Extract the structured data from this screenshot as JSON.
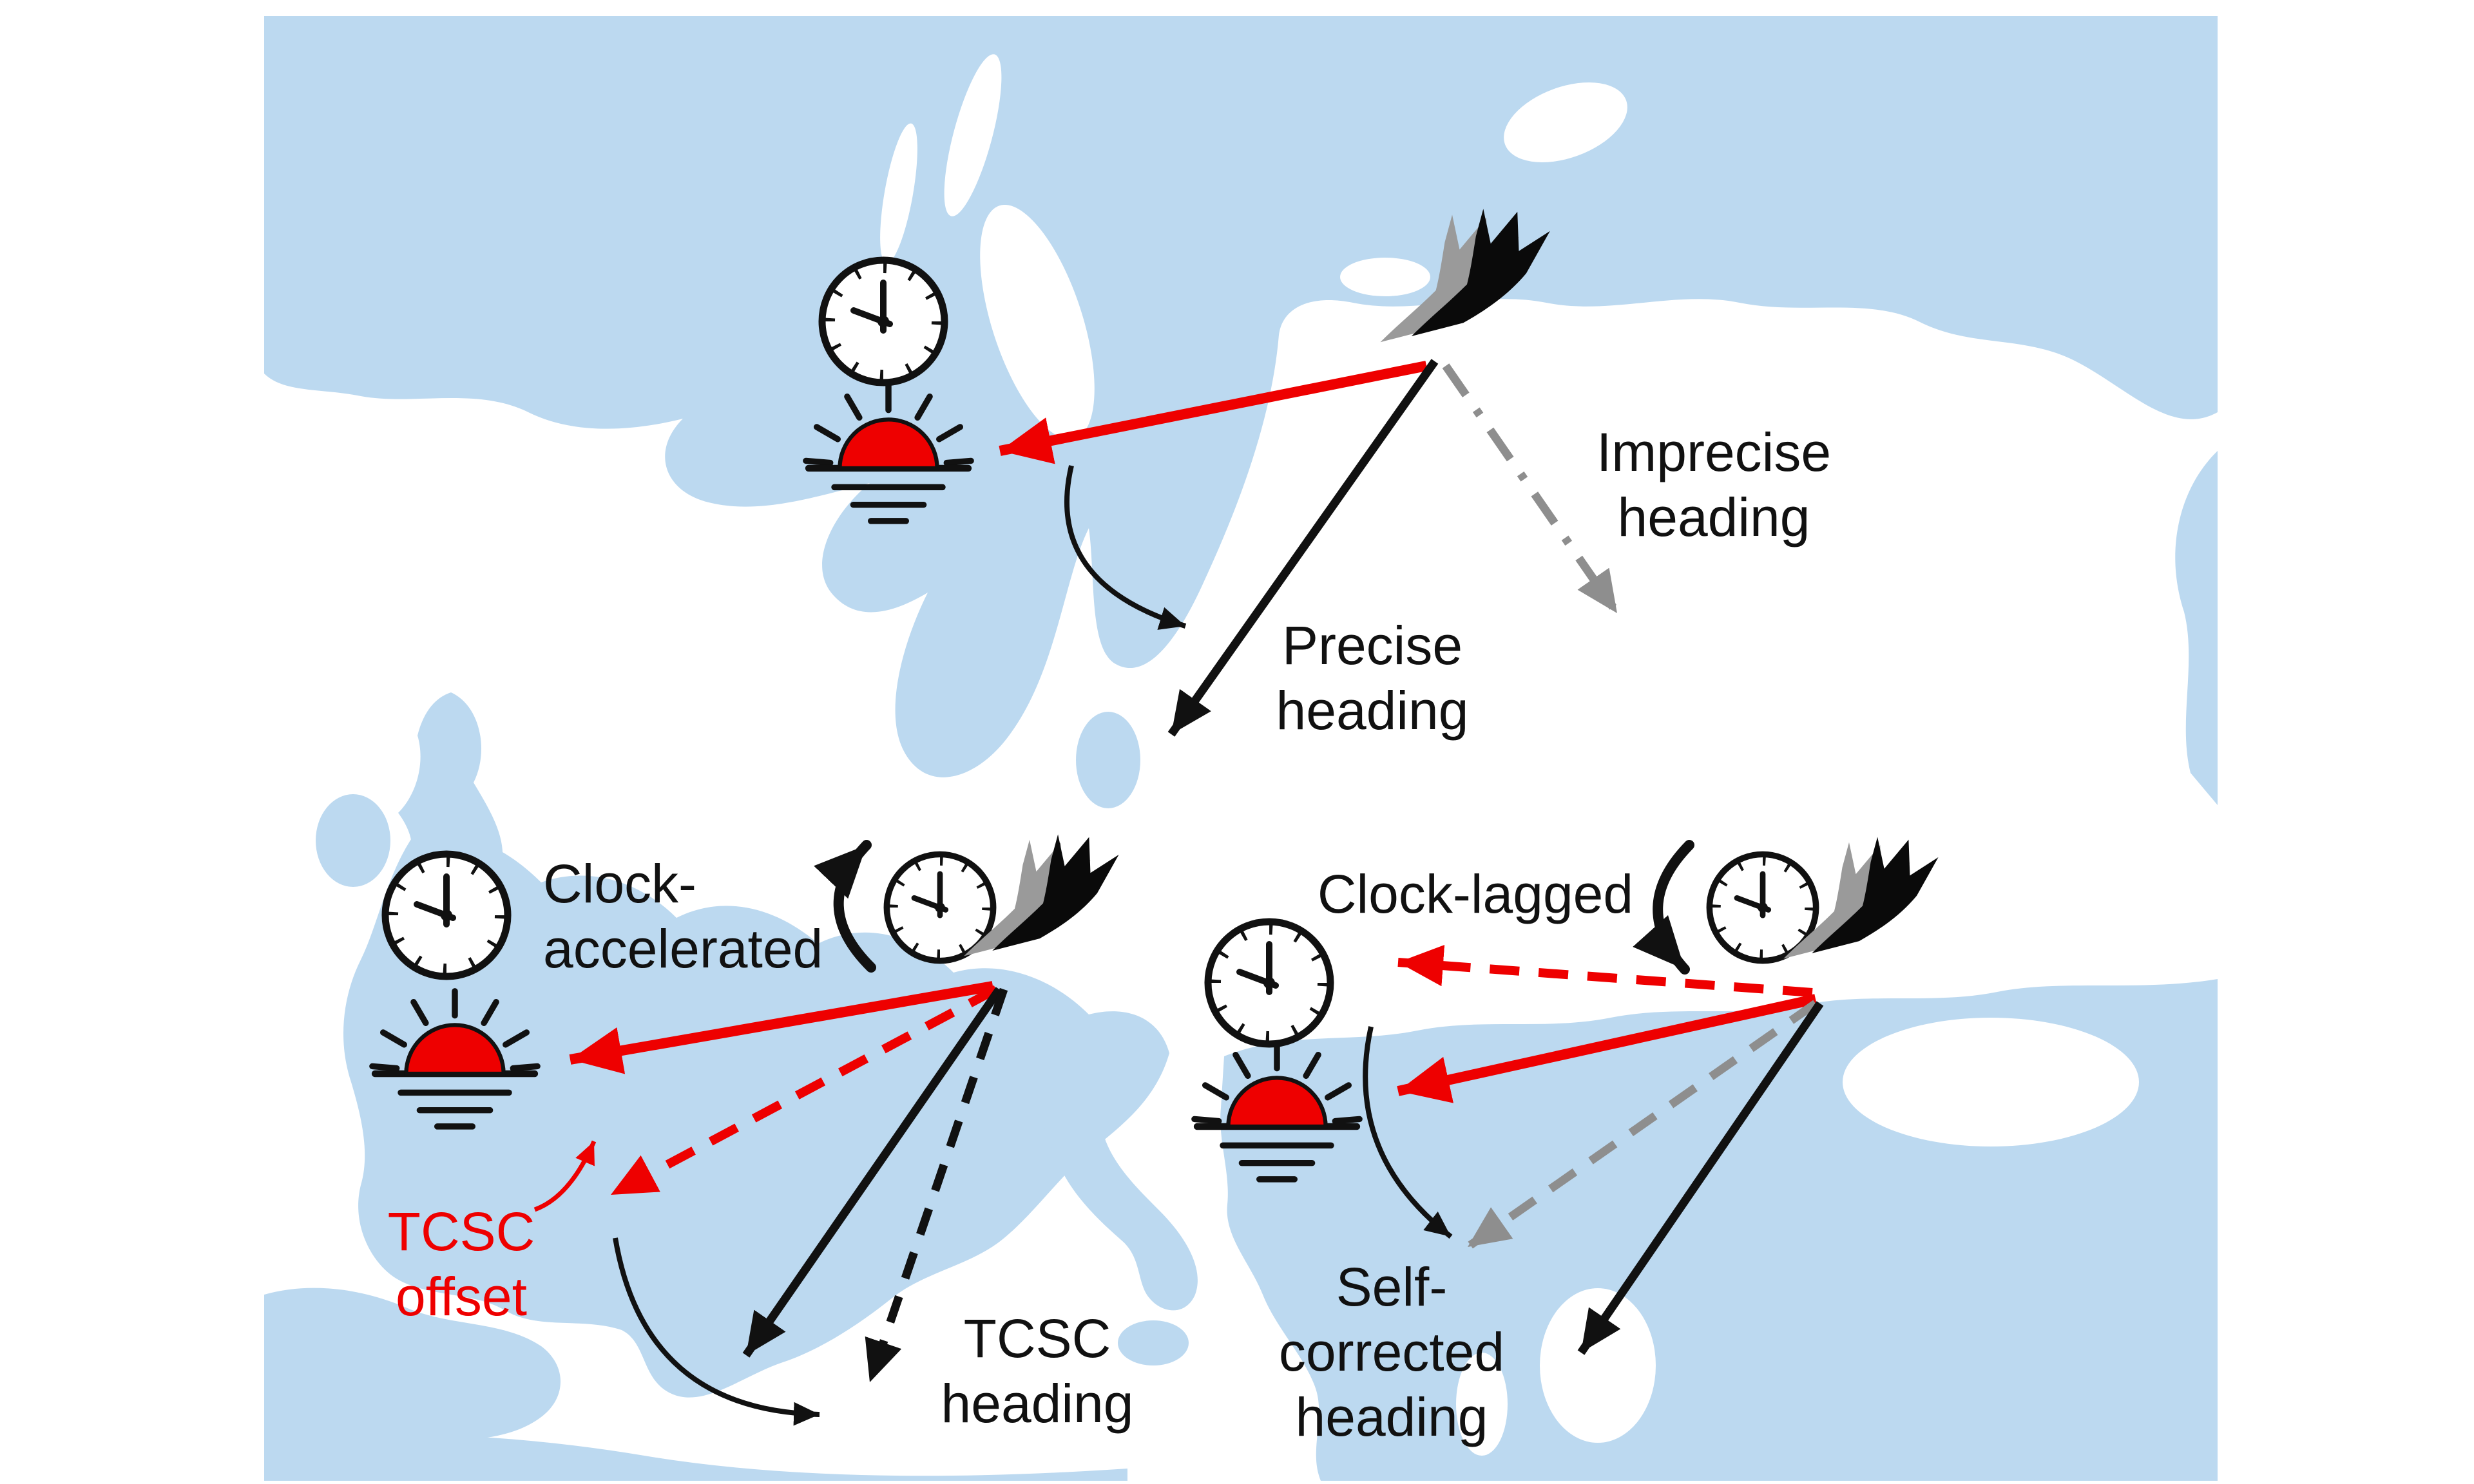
{
  "figure": {
    "type": "schematic-diagram",
    "description": "Time-compensated sun compass (TCSC) clock-shift schematic of migratory bird headings over a map of Europe",
    "panels": {
      "top": {
        "labels": {
          "imprecise_line1": "Imprecise",
          "imprecise_line2": "heading",
          "precise_line1": "Precise",
          "precise_line2": "heading"
        }
      },
      "bottom_left": {
        "labels": {
          "clock_line1": "Clock-",
          "clock_line2": "accelerated",
          "offset_line1": "TCSC",
          "offset_line2": "offset",
          "heading_line1": "TCSC",
          "heading_line2": "heading"
        }
      },
      "bottom_right": {
        "labels": {
          "clock_line1": "Clock-lagged",
          "heading_line1": "Self-",
          "heading_line2": "corrected",
          "heading_line3": "heading"
        }
      }
    },
    "icons": [
      "clock-icon",
      "sunset-sun-icon",
      "migratory-bird-icon",
      "counterclockwise-rotation-icon",
      "clockwise-rotation-icon"
    ],
    "colors": {
      "map_land": "#bcd9f0",
      "sea": "#ffffff",
      "accent_red": "#ee0000",
      "gray": "#8e8e8e",
      "black": "#111111"
    }
  }
}
